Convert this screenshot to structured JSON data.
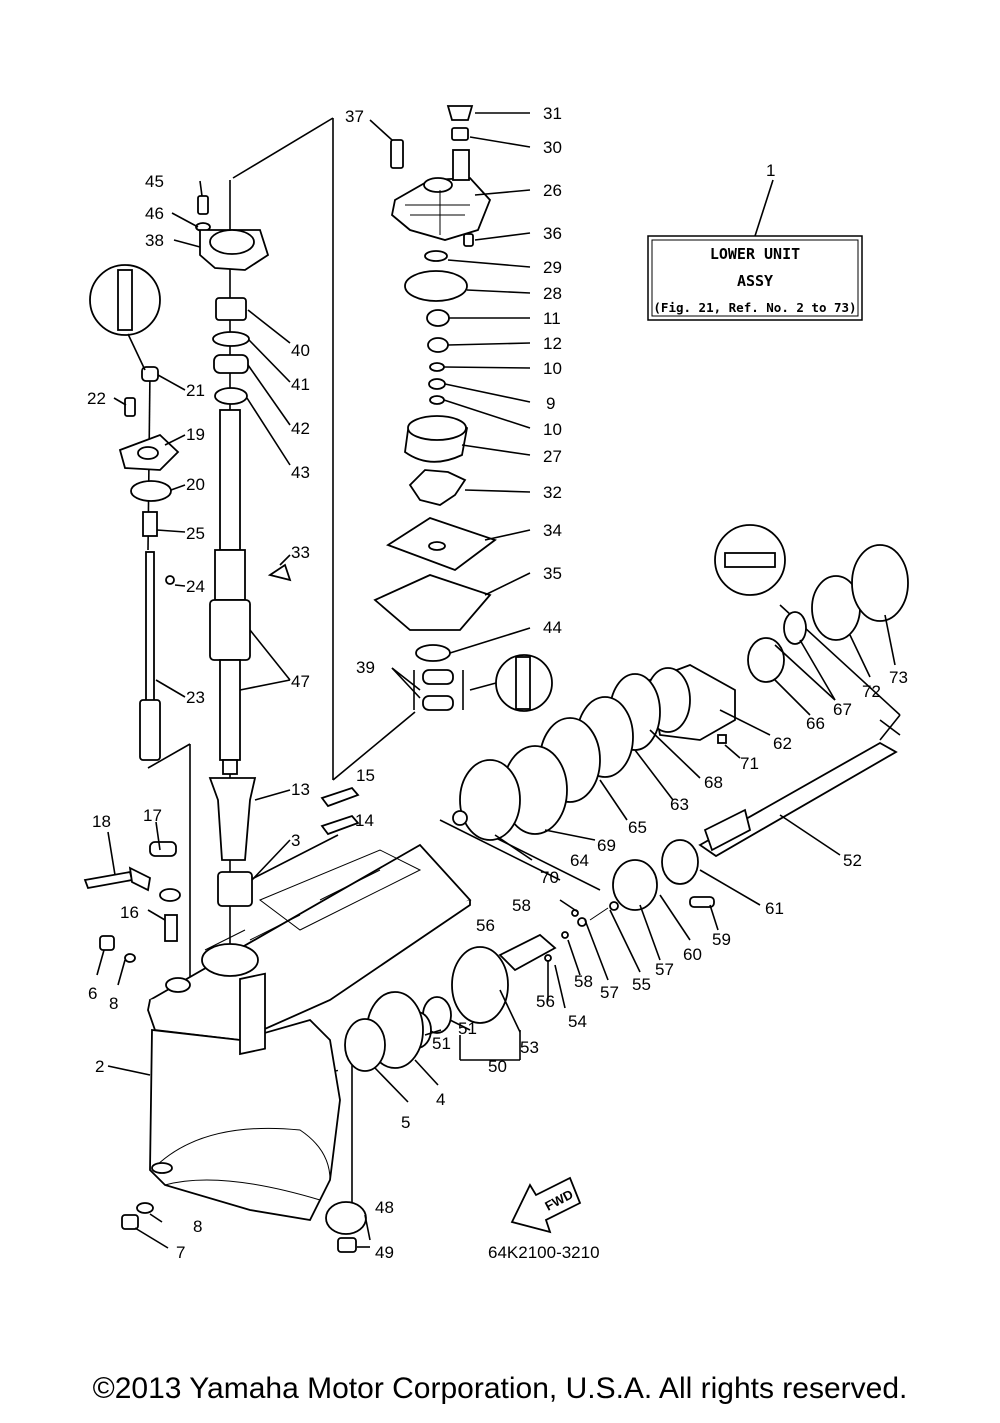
{
  "assembly_box": {
    "line1": "LOWER UNIT",
    "line2": "ASSY",
    "line3": "(Fig. 21, Ref. No. 2 to 73)"
  },
  "callouts": [
    "1",
    "2",
    "3",
    "4",
    "5",
    "6",
    "7",
    "8",
    "8",
    "9",
    "10",
    "10",
    "11",
    "12",
    "13",
    "14",
    "15",
    "16",
    "17",
    "18",
    "19",
    "20",
    "21",
    "22",
    "23",
    "24",
    "25",
    "26",
    "27",
    "28",
    "29",
    "30",
    "31",
    "32",
    "33",
    "34",
    "35",
    "36",
    "37",
    "38",
    "39",
    "40",
    "41",
    "42",
    "43",
    "44",
    "45",
    "46",
    "47",
    "48",
    "49",
    "50",
    "51",
    "51",
    "52",
    "53",
    "54",
    "55",
    "56",
    "56",
    "57",
    "57",
    "58",
    "58",
    "59",
    "60",
    "61",
    "62",
    "63",
    "64",
    "65",
    "66",
    "67",
    "68",
    "69",
    "70",
    "71",
    "72",
    "73"
  ],
  "fwd_label": "FWD",
  "figure_code": "64K2100-3210",
  "copyright": "©2013 Yamaha Motor Corporation, U.S.A. All rights reserved."
}
